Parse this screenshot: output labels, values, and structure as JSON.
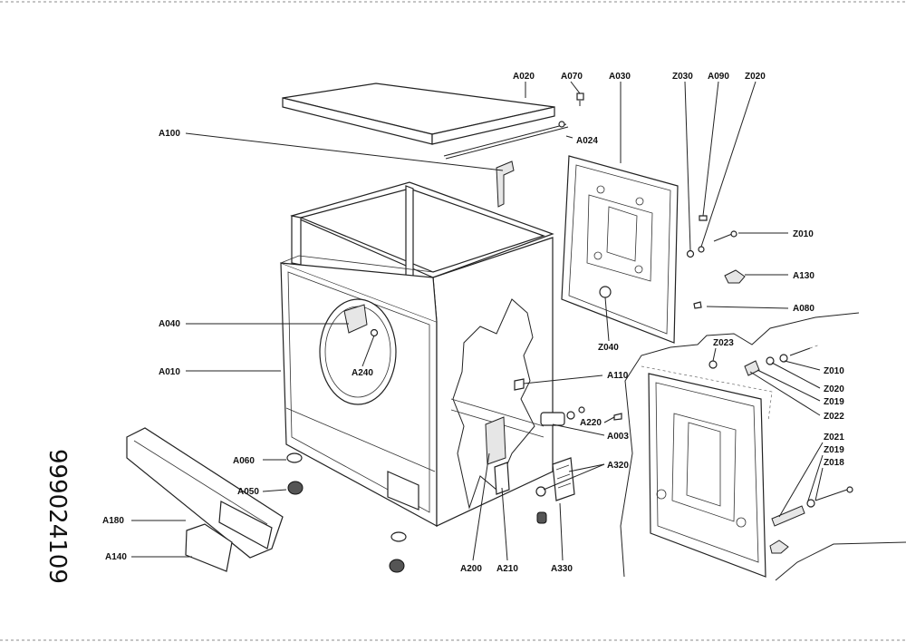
{
  "document_number": "999024109",
  "labels": [
    {
      "id": "A020",
      "text": "A020"
    },
    {
      "id": "A070",
      "text": "A070"
    },
    {
      "id": "A030",
      "text": "A030"
    },
    {
      "id": "Z030",
      "text": "Z030"
    },
    {
      "id": "A090",
      "text": "A090"
    },
    {
      "id": "Z020a",
      "text": "Z020"
    },
    {
      "id": "A100",
      "text": "A100"
    },
    {
      "id": "A024",
      "text": "A024"
    },
    {
      "id": "Z010a",
      "text": "Z010"
    },
    {
      "id": "A130",
      "text": "A130"
    },
    {
      "id": "A080",
      "text": "A080"
    },
    {
      "id": "A040",
      "text": "A040"
    },
    {
      "id": "A240",
      "text": "A240"
    },
    {
      "id": "Z040",
      "text": "Z040"
    },
    {
      "id": "Z023",
      "text": "Z023"
    },
    {
      "id": "A010",
      "text": "A010"
    },
    {
      "id": "A110",
      "text": "A110"
    },
    {
      "id": "Z010b",
      "text": "Z010"
    },
    {
      "id": "Z020b",
      "text": "Z020"
    },
    {
      "id": "Z019a",
      "text": "Z019"
    },
    {
      "id": "Z022",
      "text": "Z022"
    },
    {
      "id": "A220",
      "text": "A220"
    },
    {
      "id": "A003",
      "text": "A003"
    },
    {
      "id": "Z021",
      "text": "Z021"
    },
    {
      "id": "Z019b",
      "text": "Z019"
    },
    {
      "id": "Z018",
      "text": "Z018"
    },
    {
      "id": "A060",
      "text": "A060"
    },
    {
      "id": "A320",
      "text": "A320"
    },
    {
      "id": "A050",
      "text": "A050"
    },
    {
      "id": "A180",
      "text": "A180"
    },
    {
      "id": "A140",
      "text": "A140"
    },
    {
      "id": "A200",
      "text": "A200"
    },
    {
      "id": "A210",
      "text": "A210"
    },
    {
      "id": "A330",
      "text": "A330"
    }
  ]
}
